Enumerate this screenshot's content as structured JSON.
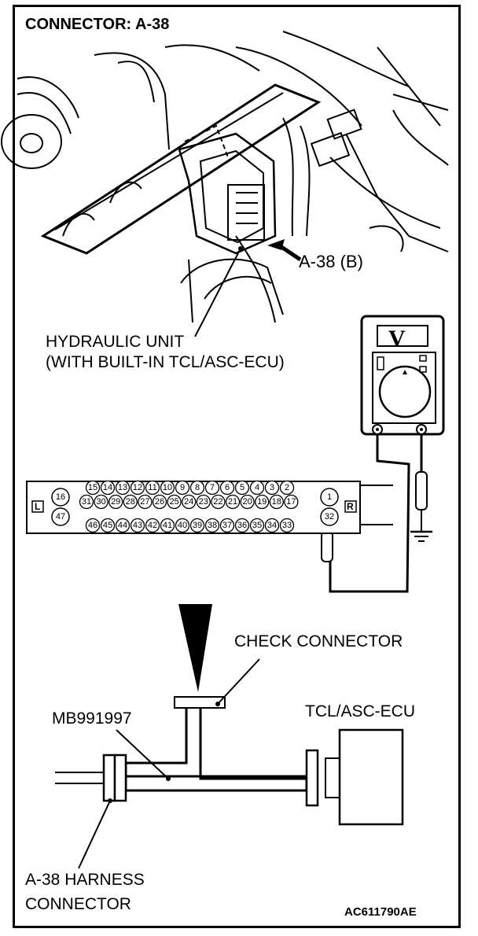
{
  "title": "CONNECTOR: A-38",
  "labels": {
    "hydraulic_unit_line1": "HYDRAULIC UNIT",
    "hydraulic_unit_line2": "(WITH BUILT-IN TCL/ASC-ECU)",
    "connector_ref": "A-38 (B)",
    "check_connector": "CHECK CONNECTOR",
    "tool": "MB991997",
    "ecu": "TCL/ASC-ECU",
    "harness_line1": "A-38 HARNESS",
    "harness_line2": "CONNECTOR",
    "figure_code": "AC611790AE"
  },
  "meter": {
    "symbol": "V"
  },
  "connector_face": {
    "side_left": "L",
    "side_right": "R",
    "row1": [
      "15",
      "14",
      "13",
      "12",
      "11",
      "10",
      "9",
      "8",
      "7",
      "6",
      "5",
      "4",
      "3",
      "2"
    ],
    "row2": [
      "31",
      "30",
      "29",
      "28",
      "27",
      "26",
      "25",
      "24",
      "23",
      "22",
      "21",
      "20",
      "19",
      "18",
      "17"
    ],
    "row3": [
      "46",
      "45",
      "44",
      "43",
      "42",
      "41",
      "40",
      "39",
      "38",
      "37",
      "36",
      "35",
      "34",
      "33"
    ],
    "left_pins": [
      "16",
      "47"
    ],
    "right_pins": [
      "1",
      "32"
    ]
  },
  "icons": [
    "multimeter-icon",
    "ground-icon",
    "probe-icon",
    "arrow-icon"
  ]
}
